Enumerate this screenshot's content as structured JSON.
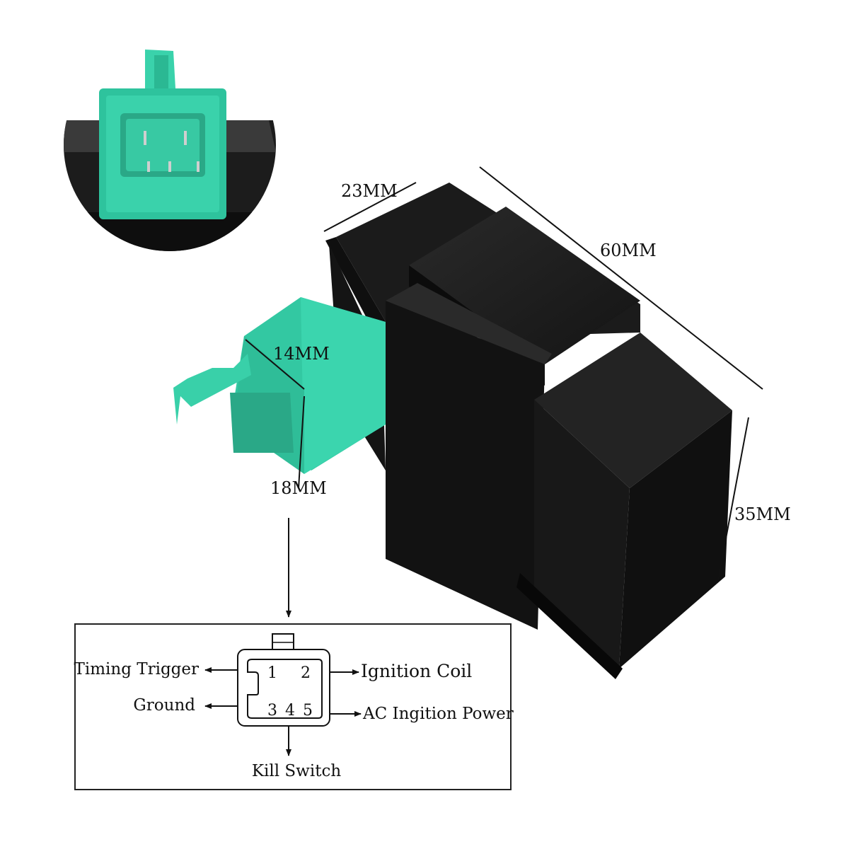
{
  "dimensions": {
    "width_23": "23MM",
    "length_60": "60MM",
    "connector_14": "14MM",
    "connector_18": "18MM",
    "height_35": "35MM"
  },
  "pinout": {
    "pins": [
      "1",
      "2",
      "3",
      "4",
      "5"
    ],
    "labels": {
      "timing_trigger": "Timing Trigger",
      "ignition_coil": "Ignition Coil",
      "ground": "Ground",
      "ac_power": "AC Ingition Power",
      "kill_switch": "Kill Switch"
    }
  },
  "colors": {
    "housing": "#1a1a1a",
    "connector": "#36c9a6",
    "line": "#111111",
    "box_border": "#222222"
  }
}
